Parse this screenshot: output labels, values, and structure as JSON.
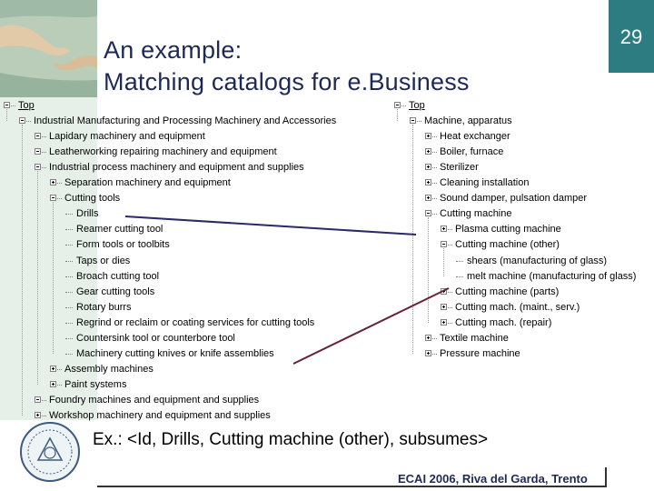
{
  "title": {
    "line1": "An example:",
    "line2": "Matching catalogs for e.Business"
  },
  "slide_number": "29",
  "left_tree": [
    {
      "label": "Top",
      "depth": 0,
      "expander": "minus"
    },
    {
      "label": "Industrial Manufacturing and Processing Machinery and Accessories",
      "depth": 1,
      "expander": "minus"
    },
    {
      "label": "Lapidary machinery and equipment",
      "depth": 2,
      "expander": "minus"
    },
    {
      "label": "Leatherworking repairing machinery and equipment",
      "depth": 2,
      "expander": "minus"
    },
    {
      "label": "Industrial process machinery and equipment and supplies",
      "depth": 2,
      "expander": "minus"
    },
    {
      "label": "Separation machinery and equipment",
      "depth": 3,
      "expander": "plus"
    },
    {
      "label": "Cutting tools",
      "depth": 3,
      "expander": "minus"
    },
    {
      "label": "Drills",
      "depth": 4,
      "expander": "none"
    },
    {
      "label": "Reamer cutting tool",
      "depth": 4,
      "expander": "none"
    },
    {
      "label": "Form tools or toolbits",
      "depth": 4,
      "expander": "none"
    },
    {
      "label": "Taps or dies",
      "depth": 4,
      "expander": "none"
    },
    {
      "label": "Broach cutting tool",
      "depth": 4,
      "expander": "none"
    },
    {
      "label": "Gear cutting tools",
      "depth": 4,
      "expander": "none"
    },
    {
      "label": "Rotary burrs",
      "depth": 4,
      "expander": "none"
    },
    {
      "label": "Regrind or reclaim or coating services for cutting tools",
      "depth": 4,
      "expander": "none"
    },
    {
      "label": "Countersink tool or counterbore tool",
      "depth": 4,
      "expander": "none"
    },
    {
      "label": "Machinery cutting knives or knife assemblies",
      "depth": 4,
      "expander": "none"
    },
    {
      "label": "Assembly machines",
      "depth": 3,
      "expander": "plus"
    },
    {
      "label": "Paint systems",
      "depth": 3,
      "expander": "plus"
    },
    {
      "label": "Foundry  machines and equipment and supplies",
      "depth": 2,
      "expander": "minus"
    },
    {
      "label": "Workshop machinery and equipment and supplies",
      "depth": 2,
      "expander": "plus"
    }
  ],
  "right_tree": [
    {
      "label": "Top",
      "depth": 0,
      "expander": "minus"
    },
    {
      "label": "Machine, apparatus",
      "depth": 1,
      "expander": "minus"
    },
    {
      "label": "Heat exchanger",
      "depth": 2,
      "expander": "plus"
    },
    {
      "label": "Boiler, furnace",
      "depth": 2,
      "expander": "plus"
    },
    {
      "label": "Sterilizer",
      "depth": 2,
      "expander": "plus"
    },
    {
      "label": "Cleaning installation",
      "depth": 2,
      "expander": "plus"
    },
    {
      "label": "Sound damper, pulsation damper",
      "depth": 2,
      "expander": "plus"
    },
    {
      "label": "Cutting machine",
      "depth": 2,
      "expander": "minus"
    },
    {
      "label": "Plasma cutting machine",
      "depth": 3,
      "expander": "plus"
    },
    {
      "label": "Cutting machine (other)",
      "depth": 3,
      "expander": "minus"
    },
    {
      "label": "shears (manufacturing of glass)",
      "depth": 4,
      "expander": "none"
    },
    {
      "label": "melt machine (manufacturing of glass)",
      "depth": 4,
      "expander": "none"
    },
    {
      "label": "Cutting machine (parts)",
      "depth": 3,
      "expander": "plus"
    },
    {
      "label": "Cutting mach. (maint., serv.)",
      "depth": 3,
      "expander": "plus"
    },
    {
      "label": "Cutting mach. (repair)",
      "depth": 3,
      "expander": "plus"
    },
    {
      "label": "Textile machine",
      "depth": 2,
      "expander": "plus"
    },
    {
      "label": "Pressure machine",
      "depth": 2,
      "expander": "plus"
    }
  ],
  "example_text": "Ex.: <Id, Drills, Cutting machine (other), subsumes>",
  "footer": "ECAI 2006, Riva del Garda, Trento",
  "colors": {
    "title": "#1d2a56",
    "slide_box": "#2d7c82",
    "link_line": "#2a2a66",
    "side_band": "#e6f0e8"
  }
}
